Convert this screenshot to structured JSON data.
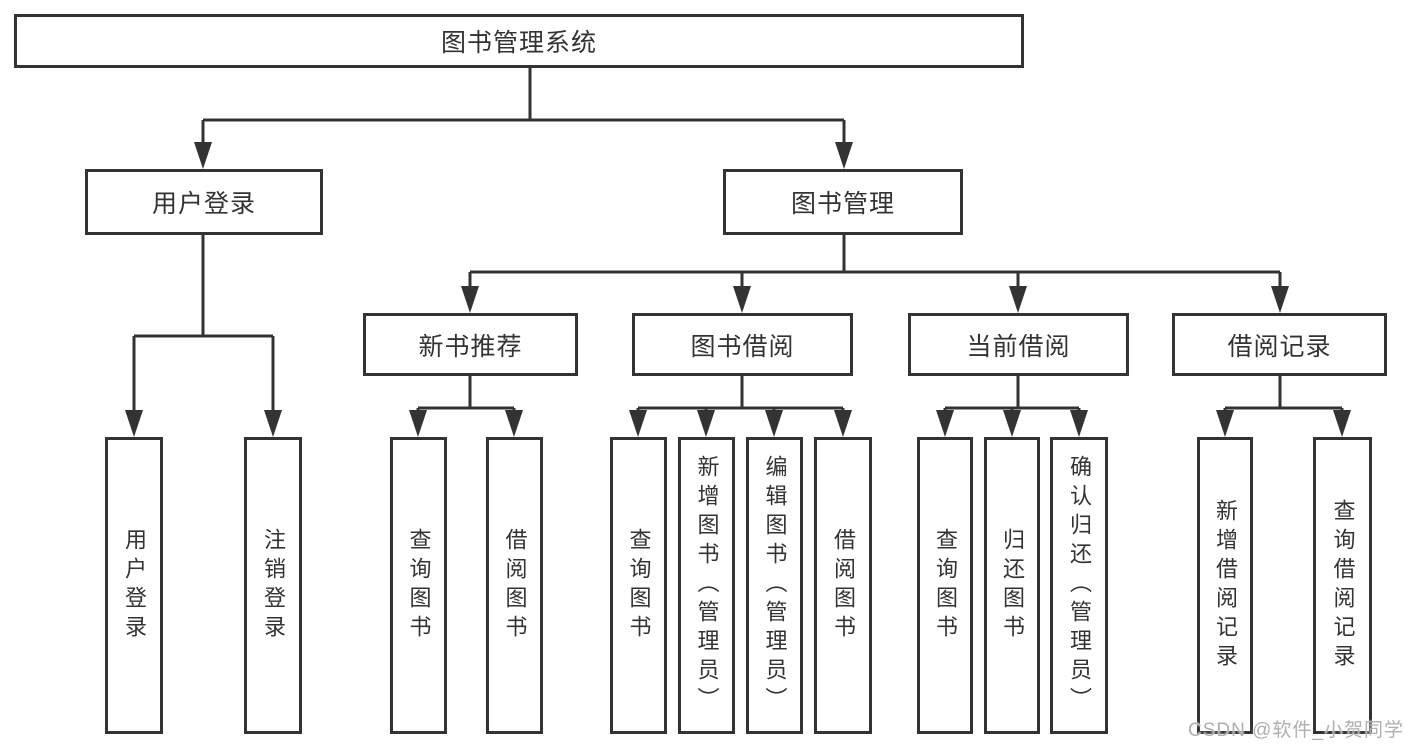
{
  "colors": {
    "line": "#333333",
    "text": "#333333",
    "background": "#ffffff",
    "watermark": "#b0aeae"
  },
  "watermark": {
    "text": "CSDN @软件_小贺同学"
  },
  "diagram": {
    "type": "hierarchy-tree",
    "root": {
      "label": "图书管理系统",
      "children": [
        {
          "label": "用户登录",
          "children": [
            {
              "label": "用户登录"
            },
            {
              "label": "注销登录"
            }
          ]
        },
        {
          "label": "图书管理",
          "children": [
            {
              "label": "新书推荐",
              "children": [
                {
                  "label": "查询图书"
                },
                {
                  "label": "借阅图书"
                }
              ]
            },
            {
              "label": "图书借阅",
              "children": [
                {
                  "label": "查询图书"
                },
                {
                  "label": "新增图书（管理员）"
                },
                {
                  "label": "编辑图书（管理员）"
                },
                {
                  "label": "借阅图书"
                }
              ]
            },
            {
              "label": "当前借阅",
              "children": [
                {
                  "label": "查询图书"
                },
                {
                  "label": "归还图书"
                },
                {
                  "label": "确认归还（管理员）"
                }
              ]
            },
            {
              "label": "借阅记录",
              "children": [
                {
                  "label": "新增借阅记录"
                },
                {
                  "label": "查询借阅记录"
                }
              ]
            }
          ]
        }
      ]
    }
  }
}
